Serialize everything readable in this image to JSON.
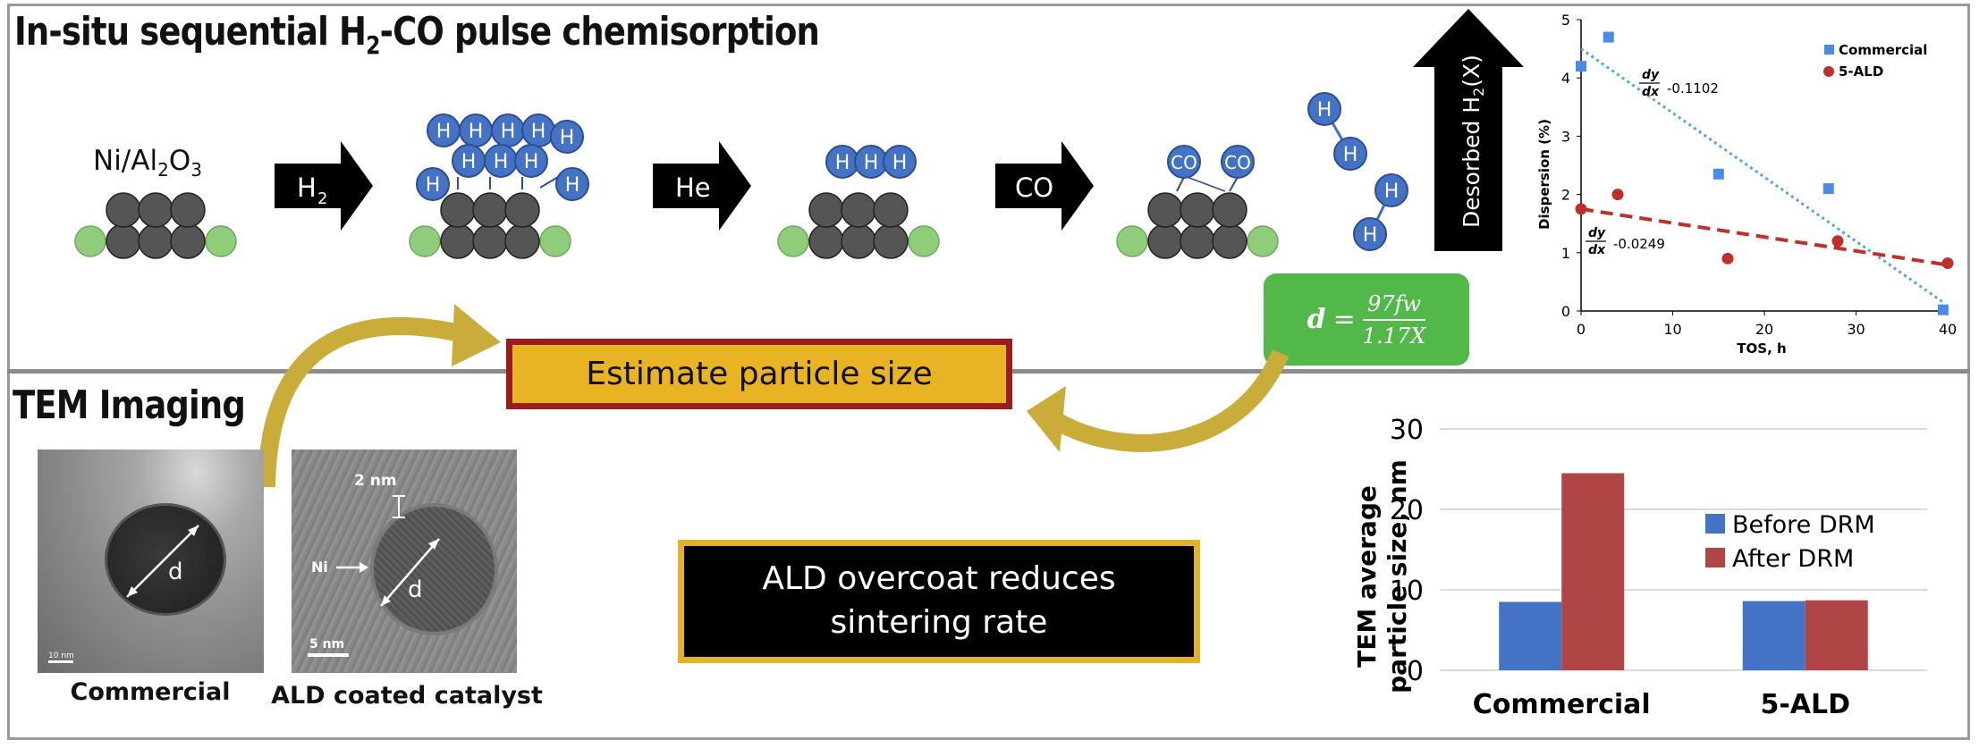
{
  "colors": {
    "ni_atom": "#555555",
    "support_atom": "#8fcd7a",
    "h_atom": "#4472c4",
    "arrow": "#000000",
    "curve_arrow": "#c9ac3a",
    "estimate_fill": "#e9b424",
    "estimate_border": "#9b1c1c",
    "formula_fill": "#53b84a",
    "commercial": "#4b8be8",
    "ald": "#c0302b",
    "before": "#4472c4",
    "after": "#b04545"
  },
  "top_section": {
    "title": {
      "main": "In-situ sequential H",
      "sub": "2",
      "rest": "-CO pulse chemisorption"
    },
    "catalyst_label": {
      "a": "Ni/Al",
      "b": "2",
      "c": "O",
      "d": "3"
    },
    "steps": [
      {
        "label": "H",
        "sub": "2"
      },
      {
        "label": "He",
        "sub": ""
      },
      {
        "label": "CO",
        "sub": ""
      }
    ],
    "atoms": {
      "h": "H",
      "co": "CO"
    },
    "desorbed": {
      "main": "Desorbed H",
      "sub": "2",
      "rest": "(X)"
    },
    "formula": {
      "lhs": "d",
      "eq": "=",
      "numerator": "97fw",
      "denominator": "1.17X"
    }
  },
  "dispersion_chart": {
    "chart_data": {
      "type": "scatter",
      "xlabel": "TOS, h",
      "ylabel": "Dispersion (%)",
      "xlim": [
        0,
        40
      ],
      "ylim": [
        0,
        5
      ],
      "xticks": [
        "0",
        "10",
        "20",
        "30",
        "40"
      ],
      "yticks": [
        "0",
        "1",
        "2",
        "3",
        "4",
        "5"
      ],
      "legend_position": "top-right",
      "series": [
        {
          "name": "Commercial",
          "marker": "square",
          "color": "#4b8be8",
          "x": [
            0,
            3,
            15,
            27,
            39.5
          ],
          "y": [
            4.2,
            4.7,
            2.35,
            2.1,
            0.02
          ],
          "trend": {
            "slope_label": "-0.1102",
            "line": "dotted",
            "x": [
              0,
              39.5
            ],
            "y": [
              4.5,
              0.15
            ]
          }
        },
        {
          "name": "5-ALD",
          "marker": "circle",
          "color": "#c0302b",
          "x": [
            0,
            4,
            16,
            28,
            40
          ],
          "y": [
            1.75,
            2.0,
            0.9,
            1.2,
            0.82
          ],
          "trend": {
            "slope_label": "-0.0249",
            "line": "dashed",
            "x": [
              0,
              40
            ],
            "y": [
              1.75,
              0.79
            ]
          }
        }
      ]
    },
    "deriv_top": "dy",
    "deriv_bottom": "dx"
  },
  "bottom_section": {
    "title": "TEM Imaging",
    "estimate_label": "Estimate particle size",
    "ald_box": {
      "line1": "ALD overcoat reduces",
      "line2": "sintering rate"
    },
    "images": [
      {
        "caption": "Commercial",
        "d_label": "d",
        "scale": "10 nm"
      },
      {
        "caption": "ALD coated catalyst",
        "d_label": "d",
        "scale": "5 nm",
        "thickness": "2 nm",
        "ni_label": "Ni"
      }
    ]
  },
  "tem_chart": {
    "chart_data": {
      "type": "bar",
      "ylabel_line1": "TEM average",
      "ylabel_line2": "particle size, nm",
      "categories": [
        "Commercial",
        "5-ALD"
      ],
      "ylim": [
        0,
        30
      ],
      "yticks": [
        "0",
        "10",
        "20",
        "30"
      ],
      "grid": true,
      "legend_position": "right",
      "series": [
        {
          "name": "Before DRM",
          "color": "#4472c4",
          "values": [
            8.5,
            8.6
          ]
        },
        {
          "name": "After DRM",
          "color": "#b04545",
          "values": [
            24.5,
            8.7
          ]
        }
      ]
    }
  }
}
